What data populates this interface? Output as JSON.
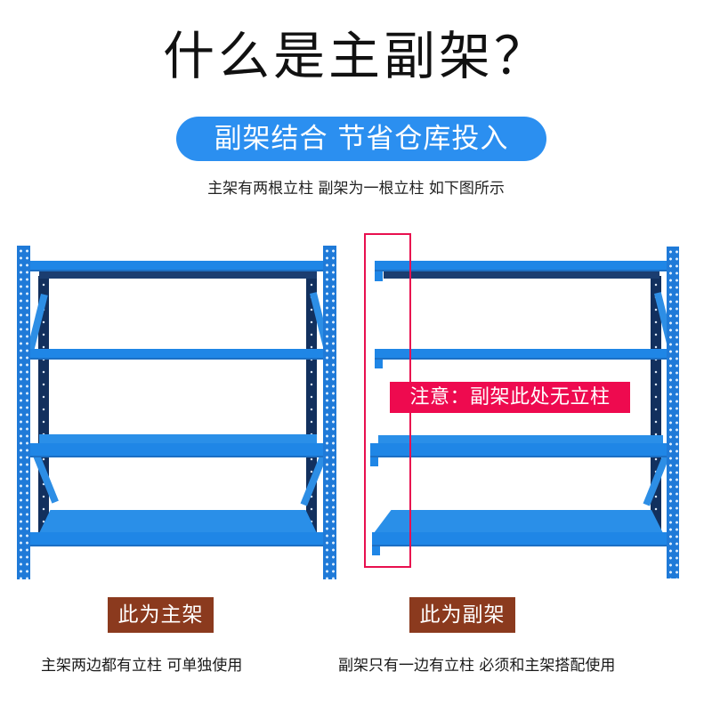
{
  "header": {
    "title": "什么是主副架？",
    "pill_text": "副架结合 节省仓库投入",
    "subtitle": "主架有两根立柱 副架为一根立柱 如下图所示"
  },
  "colors": {
    "pill_blue": "#2b8ff0",
    "rack_blue": "#1f86e6",
    "note_red": "#ee0a4f",
    "label_brown": "#8b3a1e"
  },
  "main_rack": {
    "label": "此为主架",
    "caption": "主架两边都有立柱 可单独使用",
    "shelves": 4,
    "uprights": 2
  },
  "sub_rack": {
    "label": "此为副架",
    "caption": "副架只有一边有立柱 必须和主架搭配使用",
    "note": "注意：副架此处无立柱",
    "shelves": 4,
    "uprights": 1
  }
}
